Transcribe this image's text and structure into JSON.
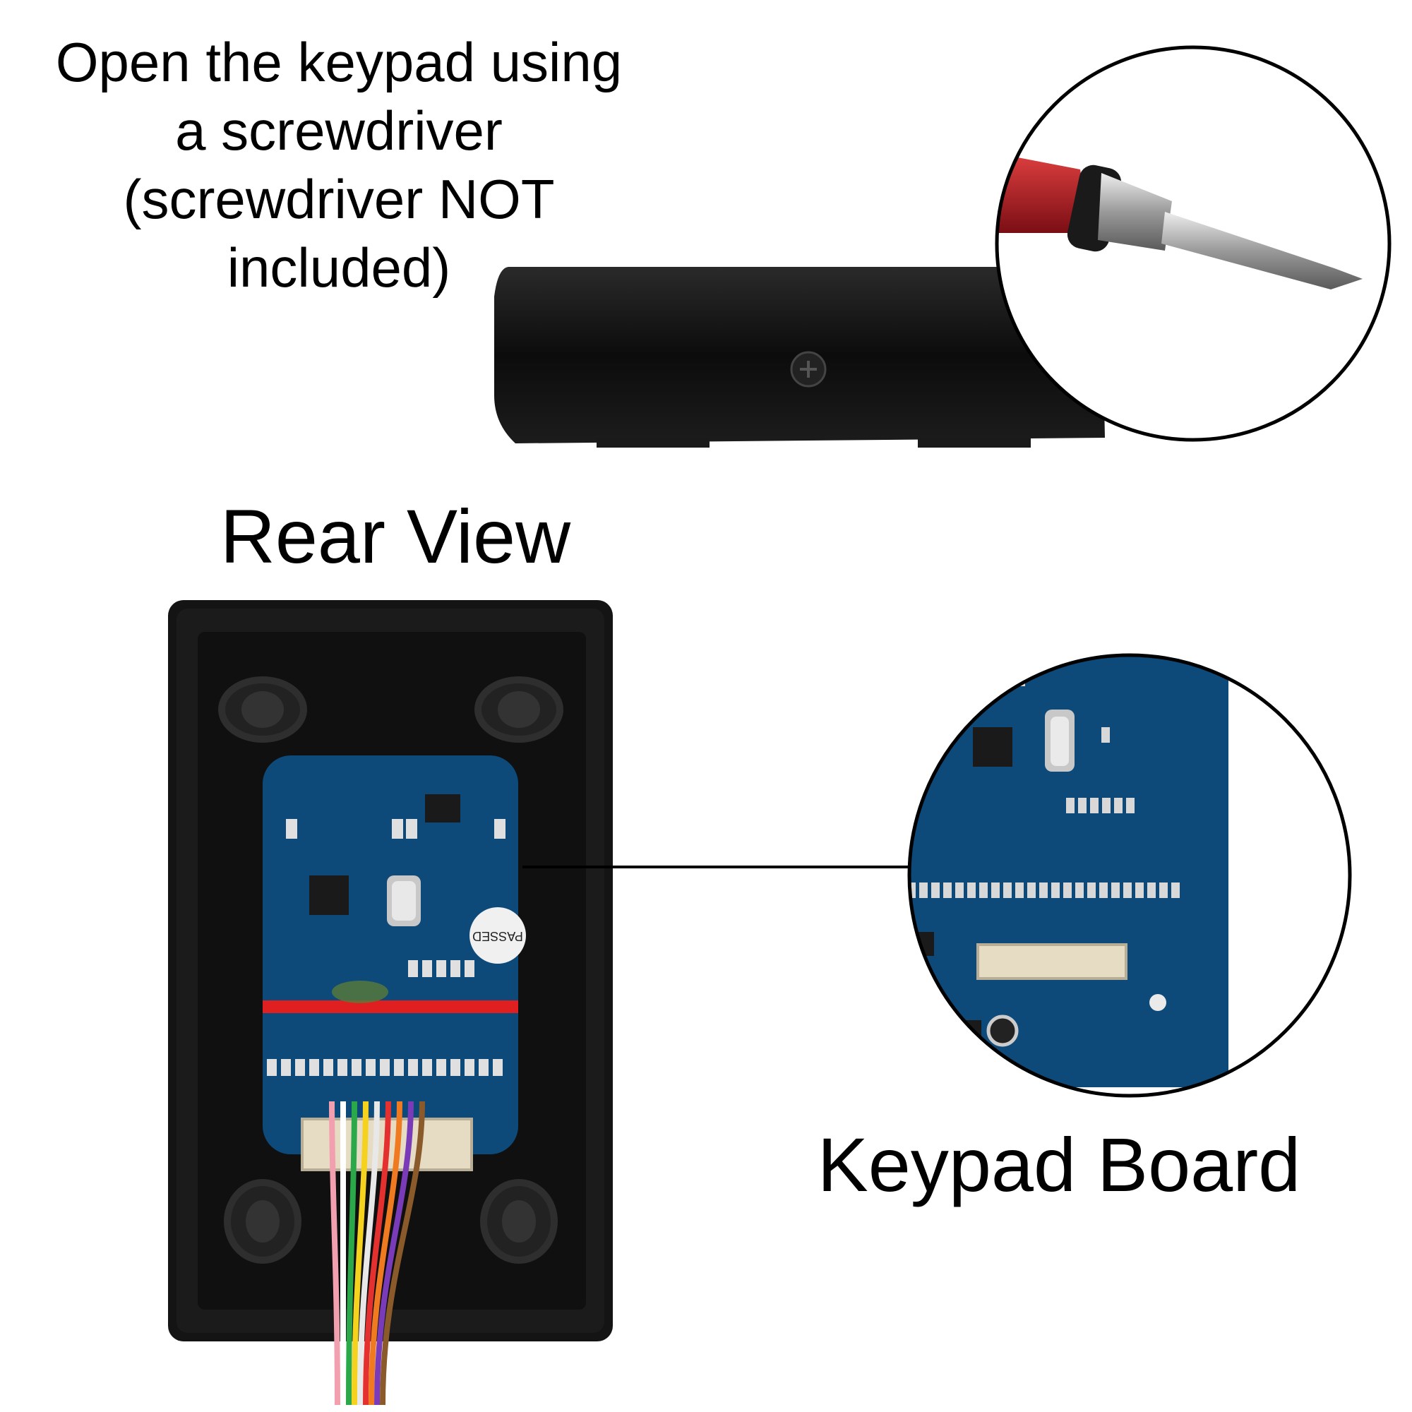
{
  "instruction": {
    "lines": [
      "Open the keypad using",
      "a screwdriver",
      "(screwdriver NOT",
      "included)"
    ]
  },
  "labels": {
    "rear_view": "Rear View",
    "keypad_board": "Keypad Board",
    "qc_sticker": "PASSED"
  },
  "colors": {
    "housing": "#141414",
    "pcb": "#0d4a7a",
    "handle": "#c0202a",
    "steel": "#b8b8b8",
    "cable_band": "#e02020"
  },
  "wire_colors": [
    "#f2a0b0",
    "#ffffff",
    "#2aa84a",
    "#f5d21e",
    "#e8e8e8",
    "#e53030",
    "#f07a20",
    "#7a3bb8",
    "#8a5a2a"
  ]
}
